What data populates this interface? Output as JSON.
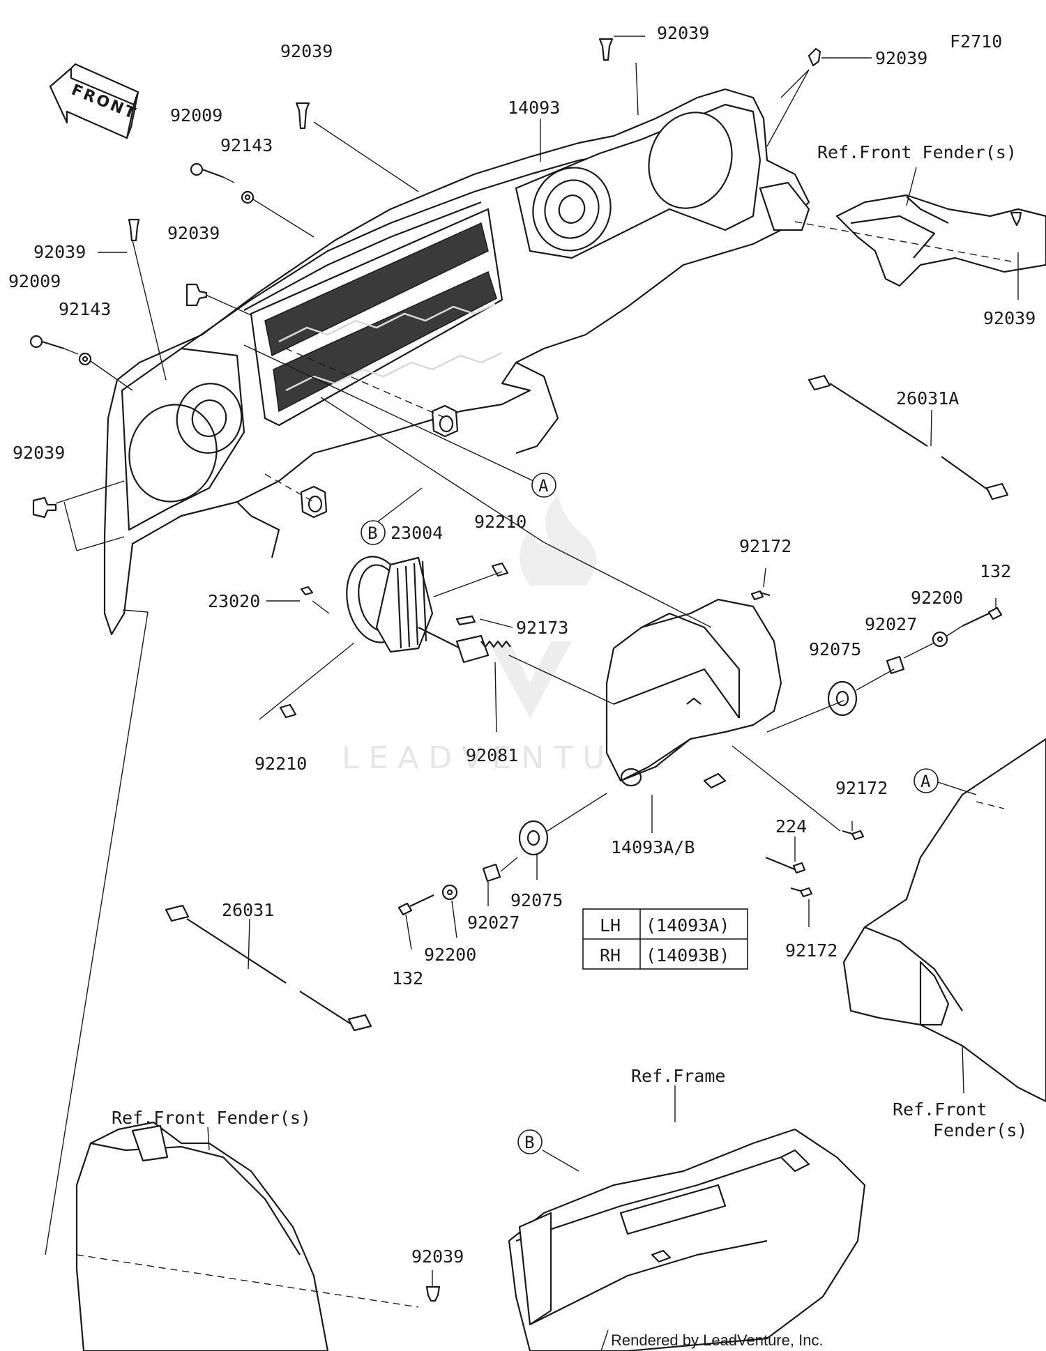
{
  "diagram_code": "F2710",
  "front_arrow_label": "FRONT",
  "watermark_text": "LEADVENTURE",
  "credit": "Rendered by LeadVenture, Inc.",
  "references": {
    "front_fender_top_right": "Ref.Front Fender(s)",
    "front_fender_bottom_left": "Ref.Front Fender(s)",
    "front_fender_right_line1": "Ref.Front",
    "front_fender_right_line2": "Fender(s)",
    "frame": "Ref.Frame"
  },
  "callouts": [
    "A",
    "B",
    "A",
    "B"
  ],
  "labels": {
    "p92039_top_center": "92039",
    "p92039_top_right": "92039",
    "p92039_upper_left": "92039",
    "p92039_left_mid": "92039",
    "p92039_left_inner": "92039",
    "p92039_left_low": "92039",
    "p92039_fender_right": "92039",
    "p92039_bottom": "92039",
    "p14093": "14093",
    "p92009_upper": "92009",
    "p92009_lower": "92009",
    "p92143_upper": "92143",
    "p92143_lower": "92143",
    "p26031A": "26031A",
    "p92210_upper": "92210",
    "p92210_lower": "92210",
    "p23004": "23004",
    "p23020": "23020",
    "p92173": "92173",
    "p92081": "92081",
    "p92172_upper": "92172",
    "p92172_mid": "92172",
    "p92172_lower": "92172",
    "p132_upper": "132",
    "p132_lower": "132",
    "p92200_upper": "92200",
    "p92200_lower": "92200",
    "p92027_upper": "92027",
    "p92027_lower": "92027",
    "p92075_upper": "92075",
    "p92075_lower": "92075",
    "p224": "224",
    "p14093AB": "14093A/B",
    "p26031": "26031"
  },
  "variant_table": [
    {
      "side": "LH",
      "part": "(14093A)"
    },
    {
      "side": "RH",
      "part": "(14093B)"
    }
  ]
}
